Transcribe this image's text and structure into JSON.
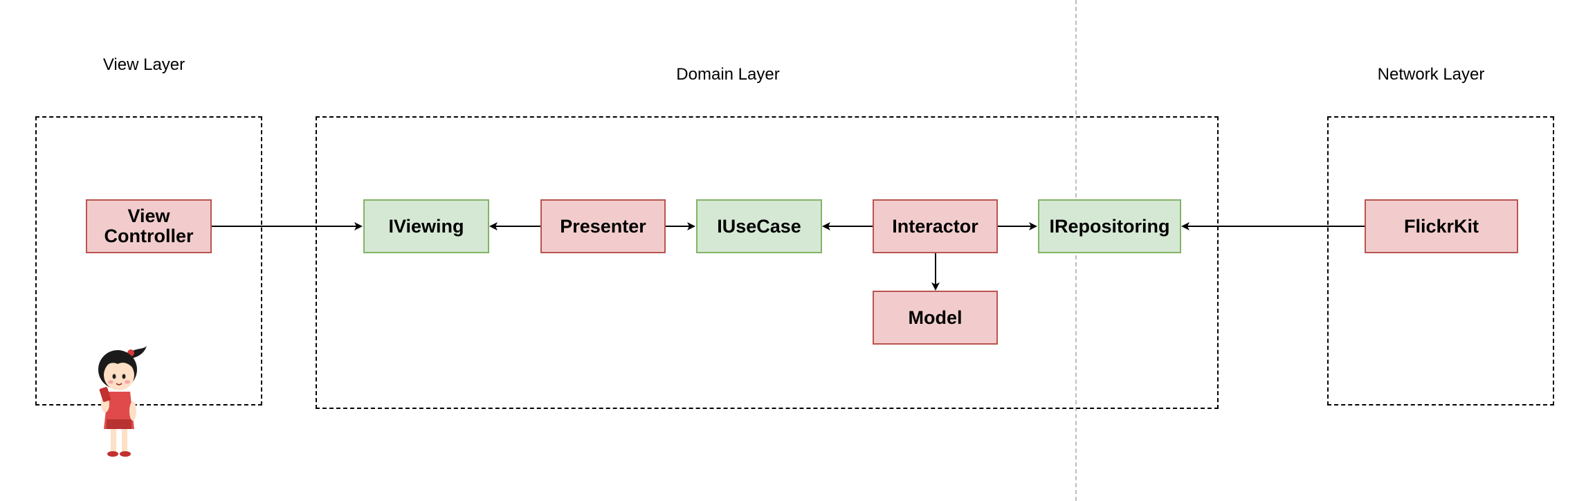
{
  "layers": {
    "view": "View Layer",
    "domain": "Domain Layer",
    "network": "Network Layer"
  },
  "nodes": {
    "view_controller": "View\nController",
    "iviewing": "IViewing",
    "presenter": "Presenter",
    "iusecase": "IUseCase",
    "interactor": "Interactor",
    "irepositoring": "IRepositoring",
    "model": "Model",
    "flickrkit": "FlickrKit"
  },
  "colors": {
    "impl_fill": "#f2cccc",
    "impl_stroke": "#b85450",
    "interface_fill": "#d5e8d4",
    "interface_stroke": "#82b366"
  },
  "decoration": {
    "character_icon": "girl-with-phone-illustration"
  }
}
